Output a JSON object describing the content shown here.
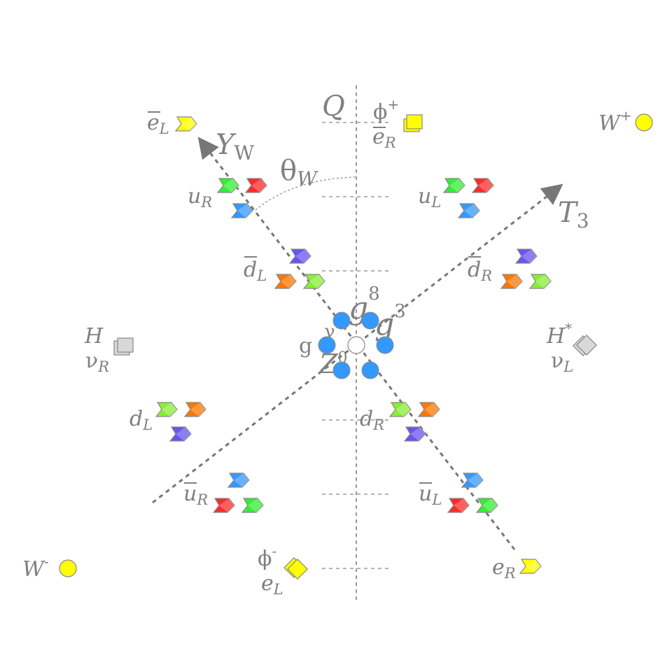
{
  "axes": {
    "q": "Q",
    "yw": {
      "main": "Y",
      "sub": "W"
    },
    "t3": {
      "main": "T",
      "sub": "3"
    },
    "theta": {
      "main": "θ",
      "sub": "W"
    }
  },
  "particles": {
    "eL_bar": {
      "main": "e",
      "sub": "L"
    },
    "phi_plus": {
      "main": "ϕ",
      "sup": "+"
    },
    "eR_bar": {
      "main": "e",
      "sub": "R"
    },
    "w_plus": {
      "main": "W",
      "sup": "+"
    },
    "uR": {
      "main": "u",
      "sub": "R"
    },
    "uL": {
      "main": "u",
      "sub": "L"
    },
    "dL_bar": {
      "main": "d",
      "sub": "L"
    },
    "dR_bar": {
      "main": "d",
      "sub": "R"
    },
    "h": "H",
    "nuR": {
      "main": "ν",
      "sub": "R"
    },
    "h_star": {
      "main": "H",
      "sup": "*"
    },
    "nuL": {
      "main": "ν",
      "sub": "L"
    },
    "dL": {
      "main": "d",
      "sub": "L"
    },
    "dR": {
      "main": "d",
      "sub": "R"
    },
    "uR_bar": {
      "main": "u",
      "sub": "R"
    },
    "uL_bar": {
      "main": "u",
      "sub": "L"
    },
    "w_minus": {
      "main": "W",
      "sup": "-"
    },
    "phi_minus": {
      "main": "ϕ",
      "sup": "-"
    },
    "eL": {
      "main": "e",
      "sub": "L"
    },
    "eR": {
      "main": "e",
      "sub": "R"
    }
  },
  "bosons": {
    "g8": {
      "main": "g",
      "sup": "8"
    },
    "g3": {
      "main": "g",
      "sup": "3"
    },
    "gamma": "γ",
    "g": "g",
    "z0": {
      "main": "Z",
      "sup": "0"
    }
  },
  "colors": {
    "axis": "#777777",
    "text": "#808080",
    "boson": "#3399ff",
    "photon": "#ffffff",
    "w": "#ffff00",
    "lepton": "#ffff00",
    "higgs": "#d8d8d8",
    "red": "#ff2a2a",
    "green": "#33ee33",
    "blue": "#3399ff",
    "orange": "#ff7700",
    "lime": "#88ee33",
    "violet": "#6655ee"
  }
}
